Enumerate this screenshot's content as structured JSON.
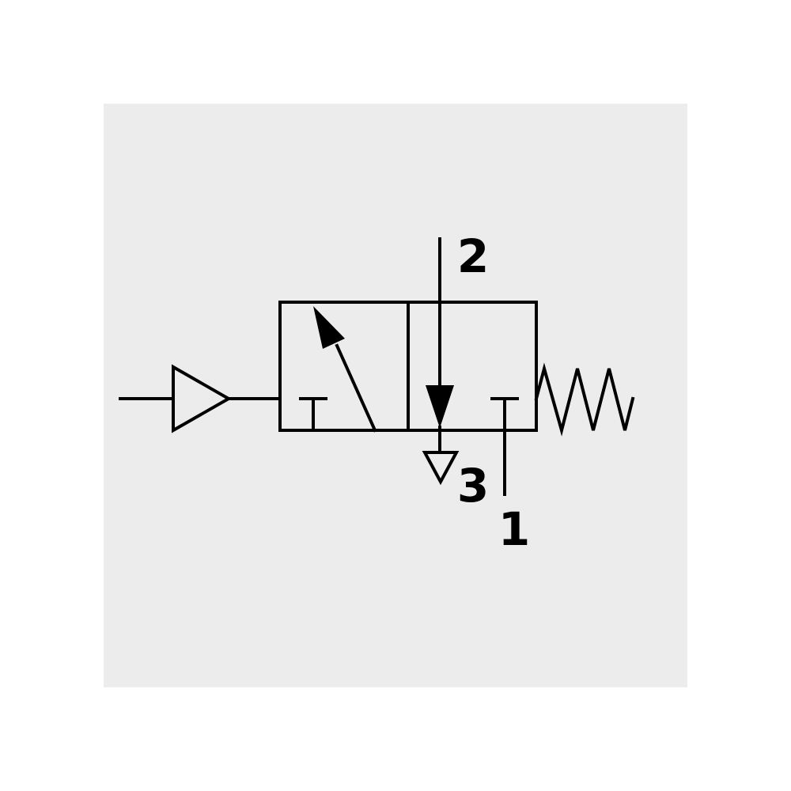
{
  "colors": {
    "background": "#ffffff",
    "panel": "#ececec",
    "stroke": "#000000"
  },
  "symbol": {
    "ports": [
      {
        "id": "port-2",
        "label": "2"
      },
      {
        "id": "port-3",
        "label": "3"
      },
      {
        "id": "port-1",
        "label": "1"
      }
    ],
    "icons": [
      "pilot-triangle-icon",
      "spring-icon",
      "exhaust-triangle-icon",
      "flow-arrow-icon",
      "blocked-port-icon"
    ]
  }
}
